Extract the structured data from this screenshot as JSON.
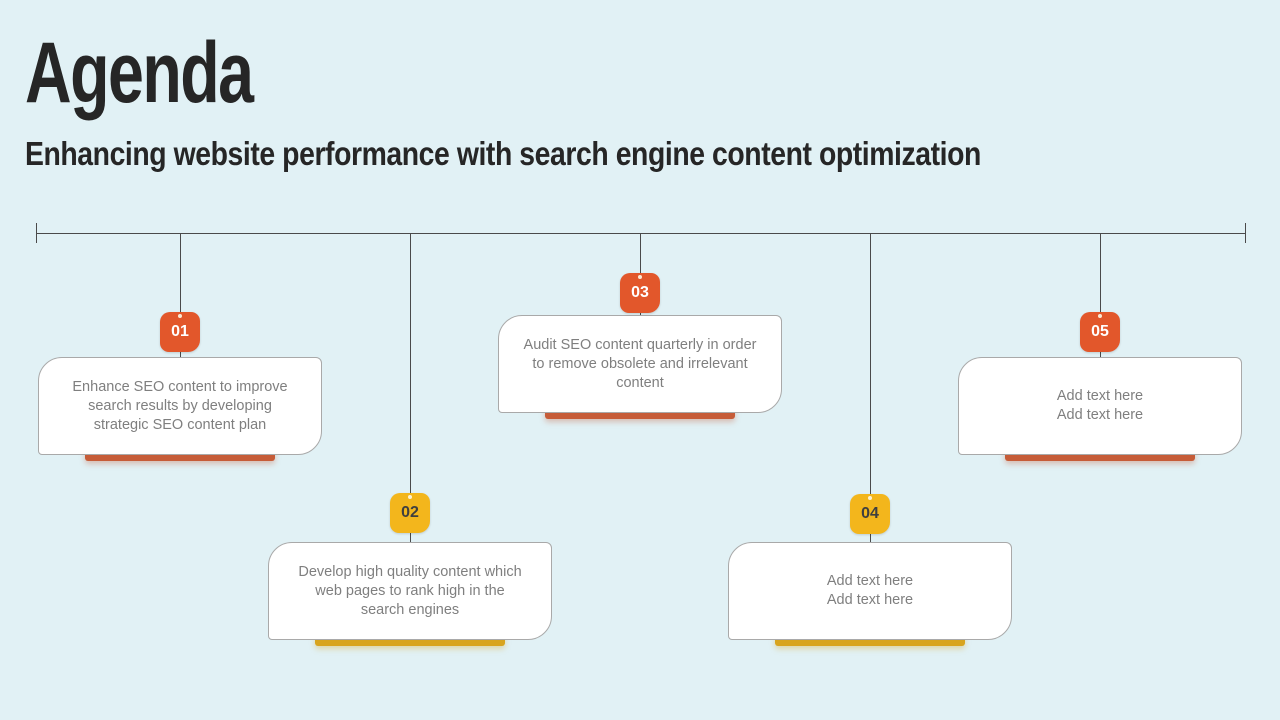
{
  "slide": {
    "title": "Agenda",
    "subtitle": "Enhancing website performance with search engine content optimization"
  },
  "colors": {
    "background": "#e1f1f5",
    "heading_text": "#262626",
    "orange_badge": "#e2572b",
    "orange_bar": "#c65c38",
    "yellow_badge": "#f3b61c",
    "yellow_bar": "#d8a41e",
    "connector_line": "#4a4a4a",
    "card_border": "#a9a9a9",
    "card_text": "#7f7f7f"
  },
  "timeline": {
    "items": [
      {
        "number": "01",
        "tone": "orange",
        "text": "Enhance SEO content to improve\nsearch results by developing\nstrategic SEO content plan"
      },
      {
        "number": "02",
        "tone": "yellow",
        "text": "Develop high quality content which\nweb pages to rank high in the\nsearch engines"
      },
      {
        "number": "03",
        "tone": "orange",
        "text": "Audit SEO content quarterly in order\nto remove obsolete and irrelevant\ncontent"
      },
      {
        "number": "04",
        "tone": "yellow",
        "text": "Add text here\nAdd text here"
      },
      {
        "number": "05",
        "tone": "orange",
        "text": "Add text here\nAdd text here"
      }
    ]
  }
}
